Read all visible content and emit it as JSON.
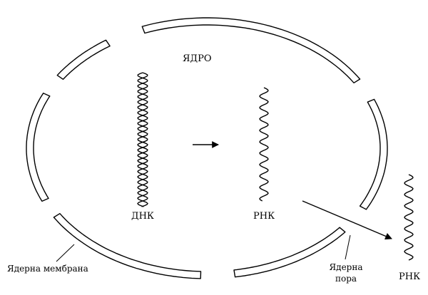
{
  "labels": {
    "nucleus": "ЯДРО",
    "dna": "ДНК",
    "rna_inside": "РНК",
    "rna_outside": "РНК",
    "membrane": "Ядерна мембрана",
    "pore_line1": "Ядерна",
    "pore_line2": "пора"
  },
  "colors": {
    "stroke": "#000000",
    "fill": "#ffffff",
    "text": "#000000"
  }
}
